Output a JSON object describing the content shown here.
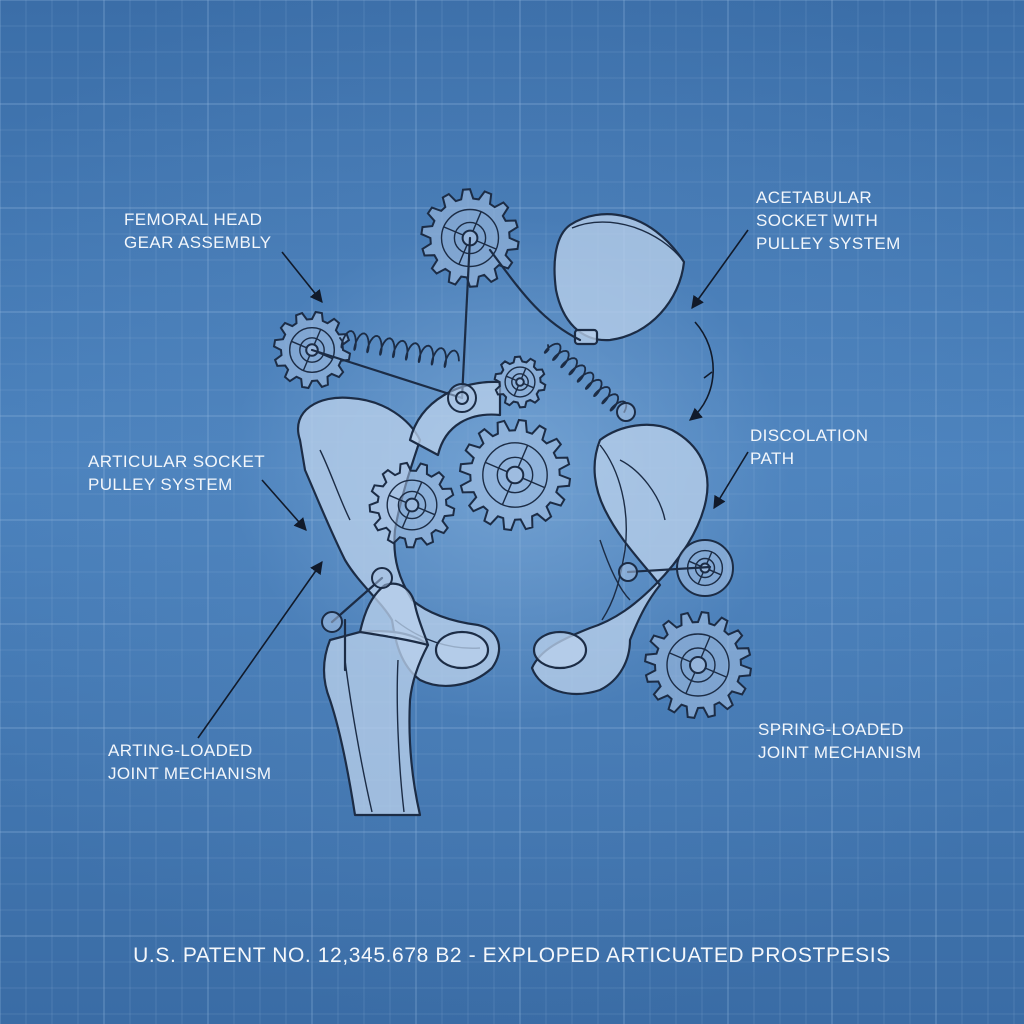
{
  "labels": {
    "femoral_head": [
      "FEMORAL HEAD",
      "GEAR ASSEMBLY"
    ],
    "acetabular_socket": [
      "ACETABULAR",
      "SOCKET WITH",
      "PULLEY SYSTEM"
    ],
    "articular_socket": [
      "ARTICULAR SOCKET",
      "PULLEY SYSTEM"
    ],
    "dislocation_path": [
      "DISCOLATION",
      "PATH"
    ],
    "arting_loaded": [
      "ARTING-LOADED",
      "JOINT MECHANISM"
    ],
    "spring_loaded": [
      "SPRING-LOADED",
      "JOINT MECHANISM"
    ]
  },
  "title": "U.S. PATENT NO. 12,345.678 B2 - EXPLOPED ARTICUATED PROSTPESIS",
  "colors": {
    "background": "#3b6ea8",
    "grid": "#8fb4dc",
    "ink": "#1c2c45",
    "text": "#f2f6fb",
    "bone_fill": "#b9d0ea"
  }
}
